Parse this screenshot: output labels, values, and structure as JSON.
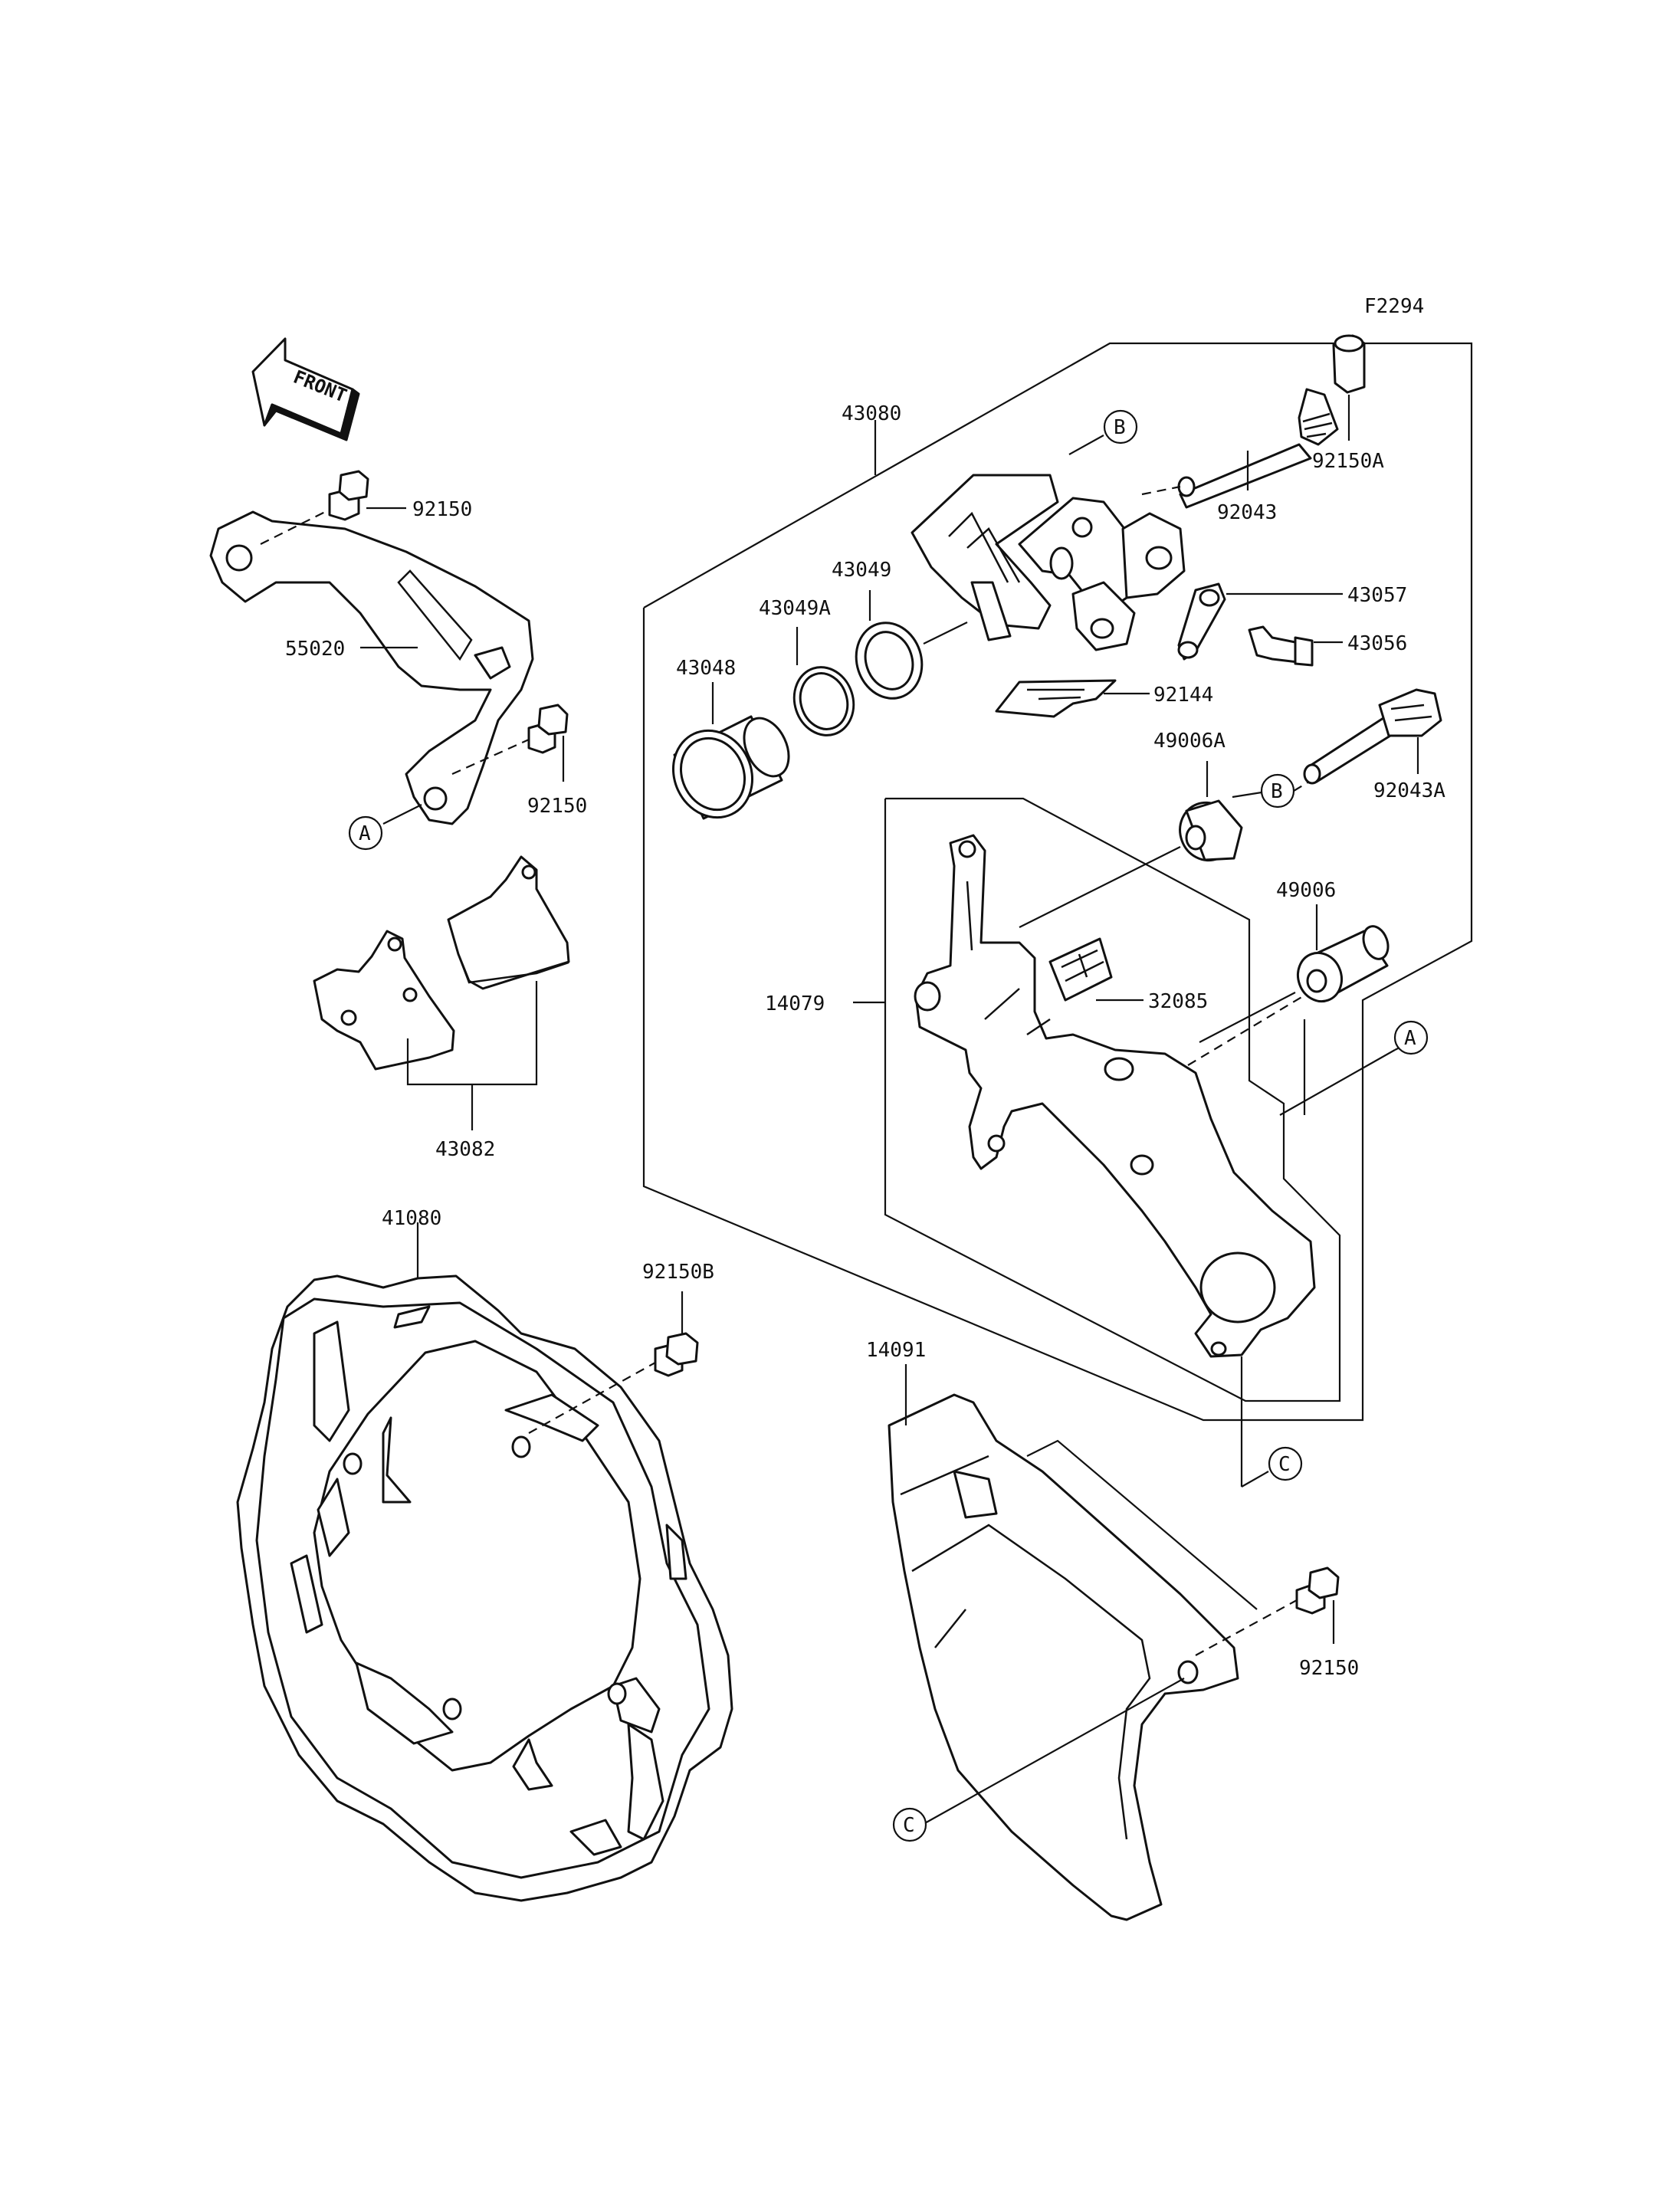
{
  "figure_code": "F2294",
  "front_label": "FRONT",
  "parts": {
    "p43080": "43080",
    "p92150a": "92150A",
    "p92043": "92043",
    "p43057": "43057",
    "p43056": "43056",
    "p43049": "43049",
    "p43049a": "43049A",
    "p43048": "43048",
    "p92144": "92144",
    "p49006a": "49006A",
    "p92043a": "92043A",
    "p49006": "49006",
    "p14079": "14079",
    "p32085": "32085",
    "p92150_top": "92150",
    "p55020": "55020",
    "p92150_mid": "92150",
    "p43082": "43082",
    "p41080": "41080",
    "p92150b": "92150B",
    "p14091": "14091",
    "p92150_bottom": "92150"
  },
  "refs": {
    "a": "A",
    "b": "B",
    "c": "C"
  }
}
